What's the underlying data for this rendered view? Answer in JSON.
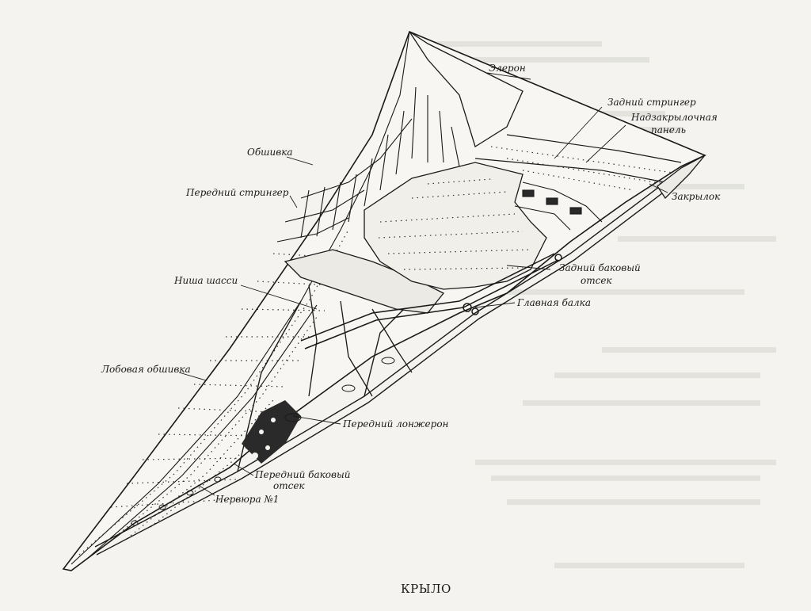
{
  "caption": "КРЫЛО",
  "labels": {
    "aileron": "Элерон",
    "rear_stringer": "Задний стрингер",
    "over_flap_panel_1": "Надзакрылочная",
    "over_flap_panel_2": "панель",
    "skin": "Обшивка",
    "flap": "Закрылок",
    "front_stringer": "Передний стрингер",
    "rear_side_bay_1": "Задний баковый",
    "rear_side_bay_2": "отсек",
    "landing_gear_well": "Ниша шасси",
    "main_beam": "Главная балка",
    "leading_edge_skin": "Лобовая обшивка",
    "front_spar": "Передний лонжерон",
    "front_side_bay_1": "Передний баковый",
    "front_side_bay_2": "отсек",
    "rib_1": "Нервюра №1"
  }
}
